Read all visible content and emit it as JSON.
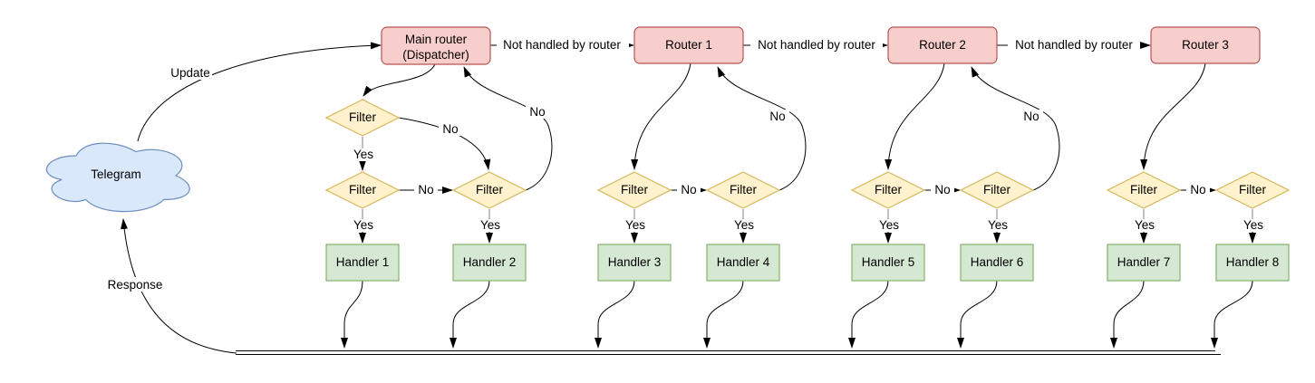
{
  "colors": {
    "canvas_bg": "#ffffff",
    "node_red_fill": "#f8cecc",
    "node_red_stroke": "#b85450",
    "node_yellow_fill": "#fff2cc",
    "node_yellow_stroke": "#d6b656",
    "node_green_fill": "#d5e8d4",
    "node_green_stroke": "#82b366",
    "node_blue_fill": "#dae8fc",
    "node_blue_stroke": "#6c8ebf",
    "edge_stroke": "#000000",
    "edge_stub_gray": "#808080",
    "label_bg": "#ffffff",
    "text_color": "#000000"
  },
  "diagram": {
    "cloud_label": "Telegram",
    "dispatcher": {
      "line1": "Main router",
      "line2": "(Dispatcher)"
    },
    "routers": [
      "Router 1",
      "Router 2",
      "Router 3"
    ],
    "filter_label": "Filter",
    "handlers": [
      "Handler 1",
      "Handler 2",
      "Handler 3",
      "Handler 4",
      "Handler 5",
      "Handler 6",
      "Handler 7",
      "Handler 8"
    ],
    "labels": {
      "update": "Update",
      "response": "Response",
      "not_handled": "Not handled by router",
      "yes": "Yes",
      "no": "No"
    }
  }
}
